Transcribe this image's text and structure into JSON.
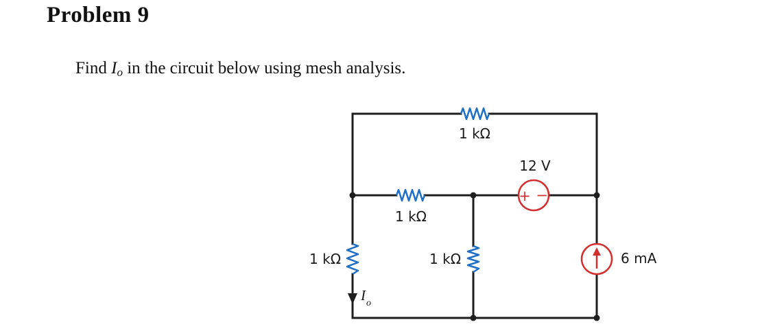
{
  "problem": {
    "heading": "Problem 9",
    "statement": {
      "prefix": "Find ",
      "variable": "I",
      "variable_subscript": "o",
      "suffix": " in the circuit below using mesh analysis."
    }
  },
  "circuit": {
    "resistor_top": "1 kΩ",
    "resistor_middle": "1 kΩ",
    "resistor_left": "1 kΩ",
    "resistor_center": "1 kΩ",
    "voltage_source": "12 V",
    "voltage_polarity_plus": "+",
    "voltage_polarity_minus": "−",
    "current_source": "6 mA",
    "current_label": "I",
    "current_label_subscript": "o",
    "colors": {
      "wire": "#1e1e1e",
      "resistor": "#1f6fc7",
      "source": "#d32f2f"
    }
  }
}
